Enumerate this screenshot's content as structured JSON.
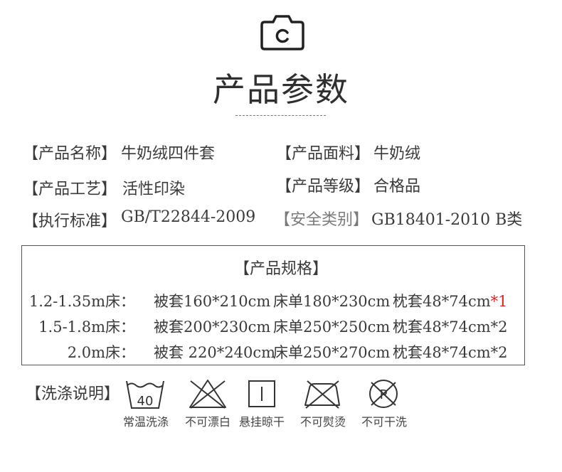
{
  "title": "产品参数",
  "params": [
    {
      "label": "【产品名称】",
      "value": "牛奶绒四件套"
    },
    {
      "label": "【产品面料】",
      "value": "牛奶绒"
    },
    {
      "label": "【产品工艺】",
      "value": "活性印染"
    },
    {
      "label": "【产品等级】",
      "value": "合格品"
    },
    {
      "label": "【执行标准】",
      "value": "GB/T22844-2009"
    },
    {
      "label": "【安全类别】",
      "value": "GB18401-2010 B类"
    }
  ],
  "spec": {
    "title": "【产品规格】",
    "rows": [
      {
        "size": "1.2-1.35m床：",
        "duvet": "被套160*210cm",
        "sheet": "床单180*230cm",
        "pillow": "枕套48*74cm",
        "pillow_count": "*1"
      },
      {
        "size": "1.5-1.8m床：",
        "duvet": "被套200*230cm",
        "sheet": "床单250*250cm",
        "pillow": "枕套48*74cm",
        "pillow_count": "*2"
      },
      {
        "size": "2.0m床：",
        "duvet": "被套 220*240cm",
        "sheet": "床单250*270cm",
        "pillow": "枕套48*74cm",
        "pillow_count": "*2"
      }
    ]
  },
  "care": {
    "label": "【洗涤说明】",
    "items": [
      {
        "icon": "wash-40-icon",
        "temp": "40",
        "caption": "常温洗涤"
      },
      {
        "icon": "no-bleach-icon",
        "caption": "不可漂白"
      },
      {
        "icon": "hang-dry-icon",
        "caption": "悬挂晾干"
      },
      {
        "icon": "no-iron-icon",
        "caption": "不可熨烫"
      },
      {
        "icon": "no-dry-clean-icon",
        "caption": "不可干洗"
      }
    ]
  },
  "colors": {
    "text": "#3a3a3a",
    "accent_red": "#dd2222",
    "border": "#555555"
  }
}
